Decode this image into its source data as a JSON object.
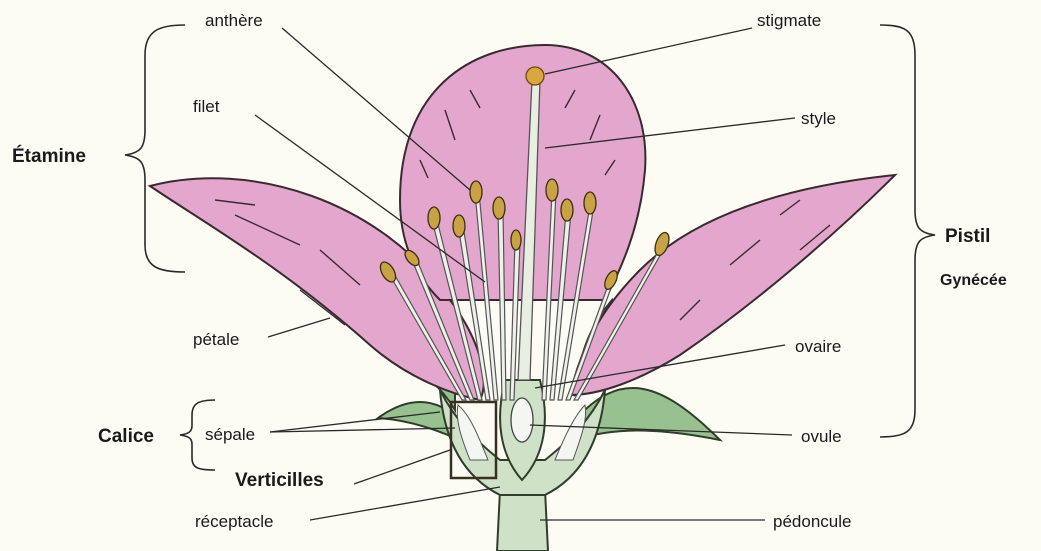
{
  "labels": {
    "anthere": "anthère",
    "filet": "filet",
    "etamine": "Étamine",
    "petale": "pétale",
    "calice": "Calice",
    "sepale": "sépale",
    "verticilles": "Verticilles",
    "receptacle": "réceptacle",
    "stigmate": "stigmate",
    "style": "style",
    "pistil": "Pistil",
    "gynecee": "Gynécée",
    "ovaire": "ovaire",
    "ovule": "ovule",
    "pedoncule": "pédoncule"
  },
  "colors": {
    "petal": "#e3a6cc",
    "sepal": "#98c190",
    "stem": "#cfe2c7",
    "anther": "#c8a245",
    "background": "#fcfcf4"
  }
}
